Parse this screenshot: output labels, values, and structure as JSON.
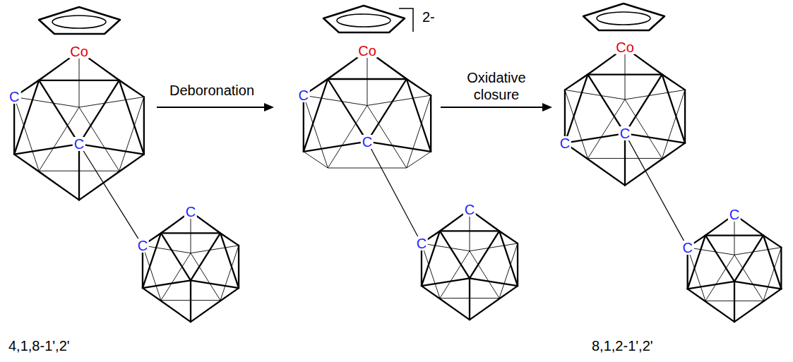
{
  "diagram": {
    "labels": [
      "Co",
      "C",
      "C",
      "C",
      "C",
      "Deboronation",
      "2-",
      "Co",
      "C",
      "C",
      "C",
      "C",
      "Oxidative closure",
      "Co",
      "C",
      "C",
      "C",
      "C",
      "4,1,8-1',2'",
      "8,1,2-1',2'"
    ]
  }
}
